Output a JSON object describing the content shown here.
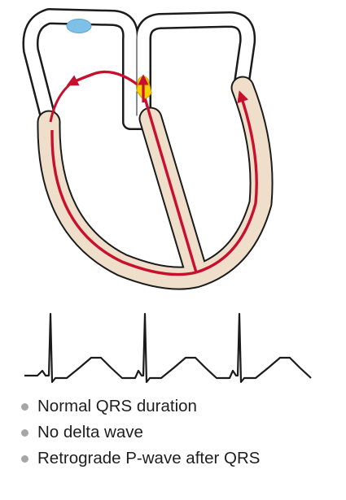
{
  "colors": {
    "outline": "#1b1b1b",
    "wall_fill": "#efdfca",
    "chamber_fill": "#ffffff",
    "conduction_path": "#c8102e",
    "av_node": "#f7d000",
    "sa_node": "#7ec0e6",
    "ecg_trace": "#1b1b1b",
    "bullet": "#a6a6a6",
    "text": "#1e1e1e"
  },
  "icons": {
    "sa_node": "sa-node-blob",
    "av_node": "av-node-blob",
    "conduction_arrows": "red-arrow"
  },
  "bullets": [
    {
      "text": "Normal QRS duration"
    },
    {
      "text": "No delta wave"
    },
    {
      "text": "Retrograde P-wave after QRS"
    }
  ]
}
